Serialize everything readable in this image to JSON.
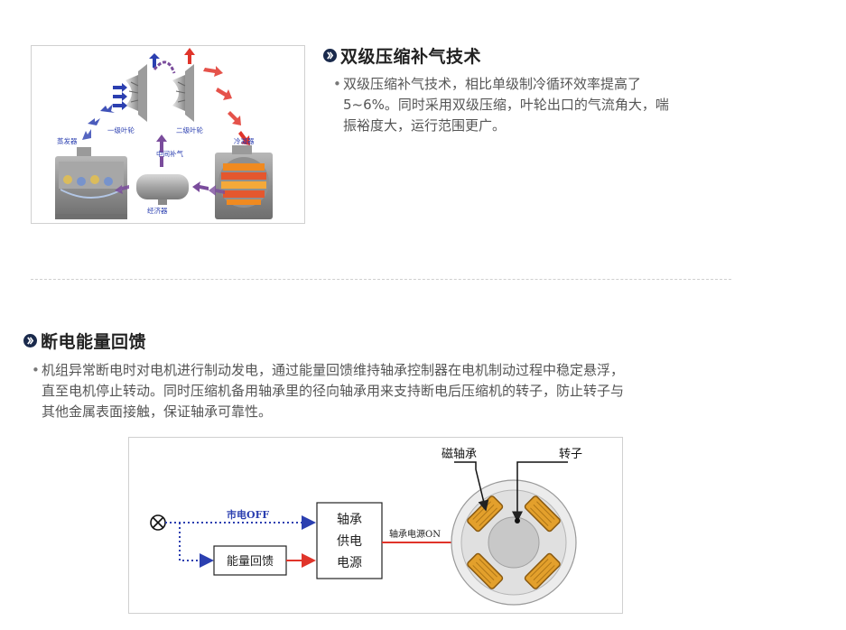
{
  "section1": {
    "title": "双级压缩补气技术",
    "lines": [
      "双级压缩补气技术，相比单级制冷循环效率提高了",
      "5~6%。同时采用双级压缩，叶轮出口的气流角大，喘",
      "振裕度大，运行范围更广。"
    ],
    "diagram": {
      "label_impeller1": "一级叶轮",
      "label_impeller2": "二级叶轮",
      "label_evaporator": "蒸发器",
      "label_condenser": "冷凝器",
      "label_intermediate": "中间补气",
      "label_economizer": "经济器"
    }
  },
  "section2": {
    "title": "断电能量回馈",
    "lines": [
      "机组异常断电时对电机进行制动发电，通过能量回馈维持轴承控制器在电机制动过程中稳定悬浮，",
      "直至电机停止转动。同时压缩机备用轴承里的径向轴承用来支持断电后压缩机的转子，防止转子与",
      "其他金属表面接触，保证轴承可靠性。"
    ],
    "diagram": {
      "mains_off": "市电OFF",
      "energy_feedback": "能量回馈",
      "psu_line1": "轴承",
      "psu_line2": "供电",
      "psu_line3": "电源",
      "bearing_power_on": "轴承电源ON",
      "magnetic_bearing": "磁轴承",
      "rotor": "转子"
    }
  },
  "colors": {
    "heading_bullet": "#1a2a4c",
    "blue_flow": "#2b3fb0",
    "red_flow": "#e0342a",
    "purple_flow": "#7a4c9c",
    "bearing_orange": "#e3a02c"
  }
}
